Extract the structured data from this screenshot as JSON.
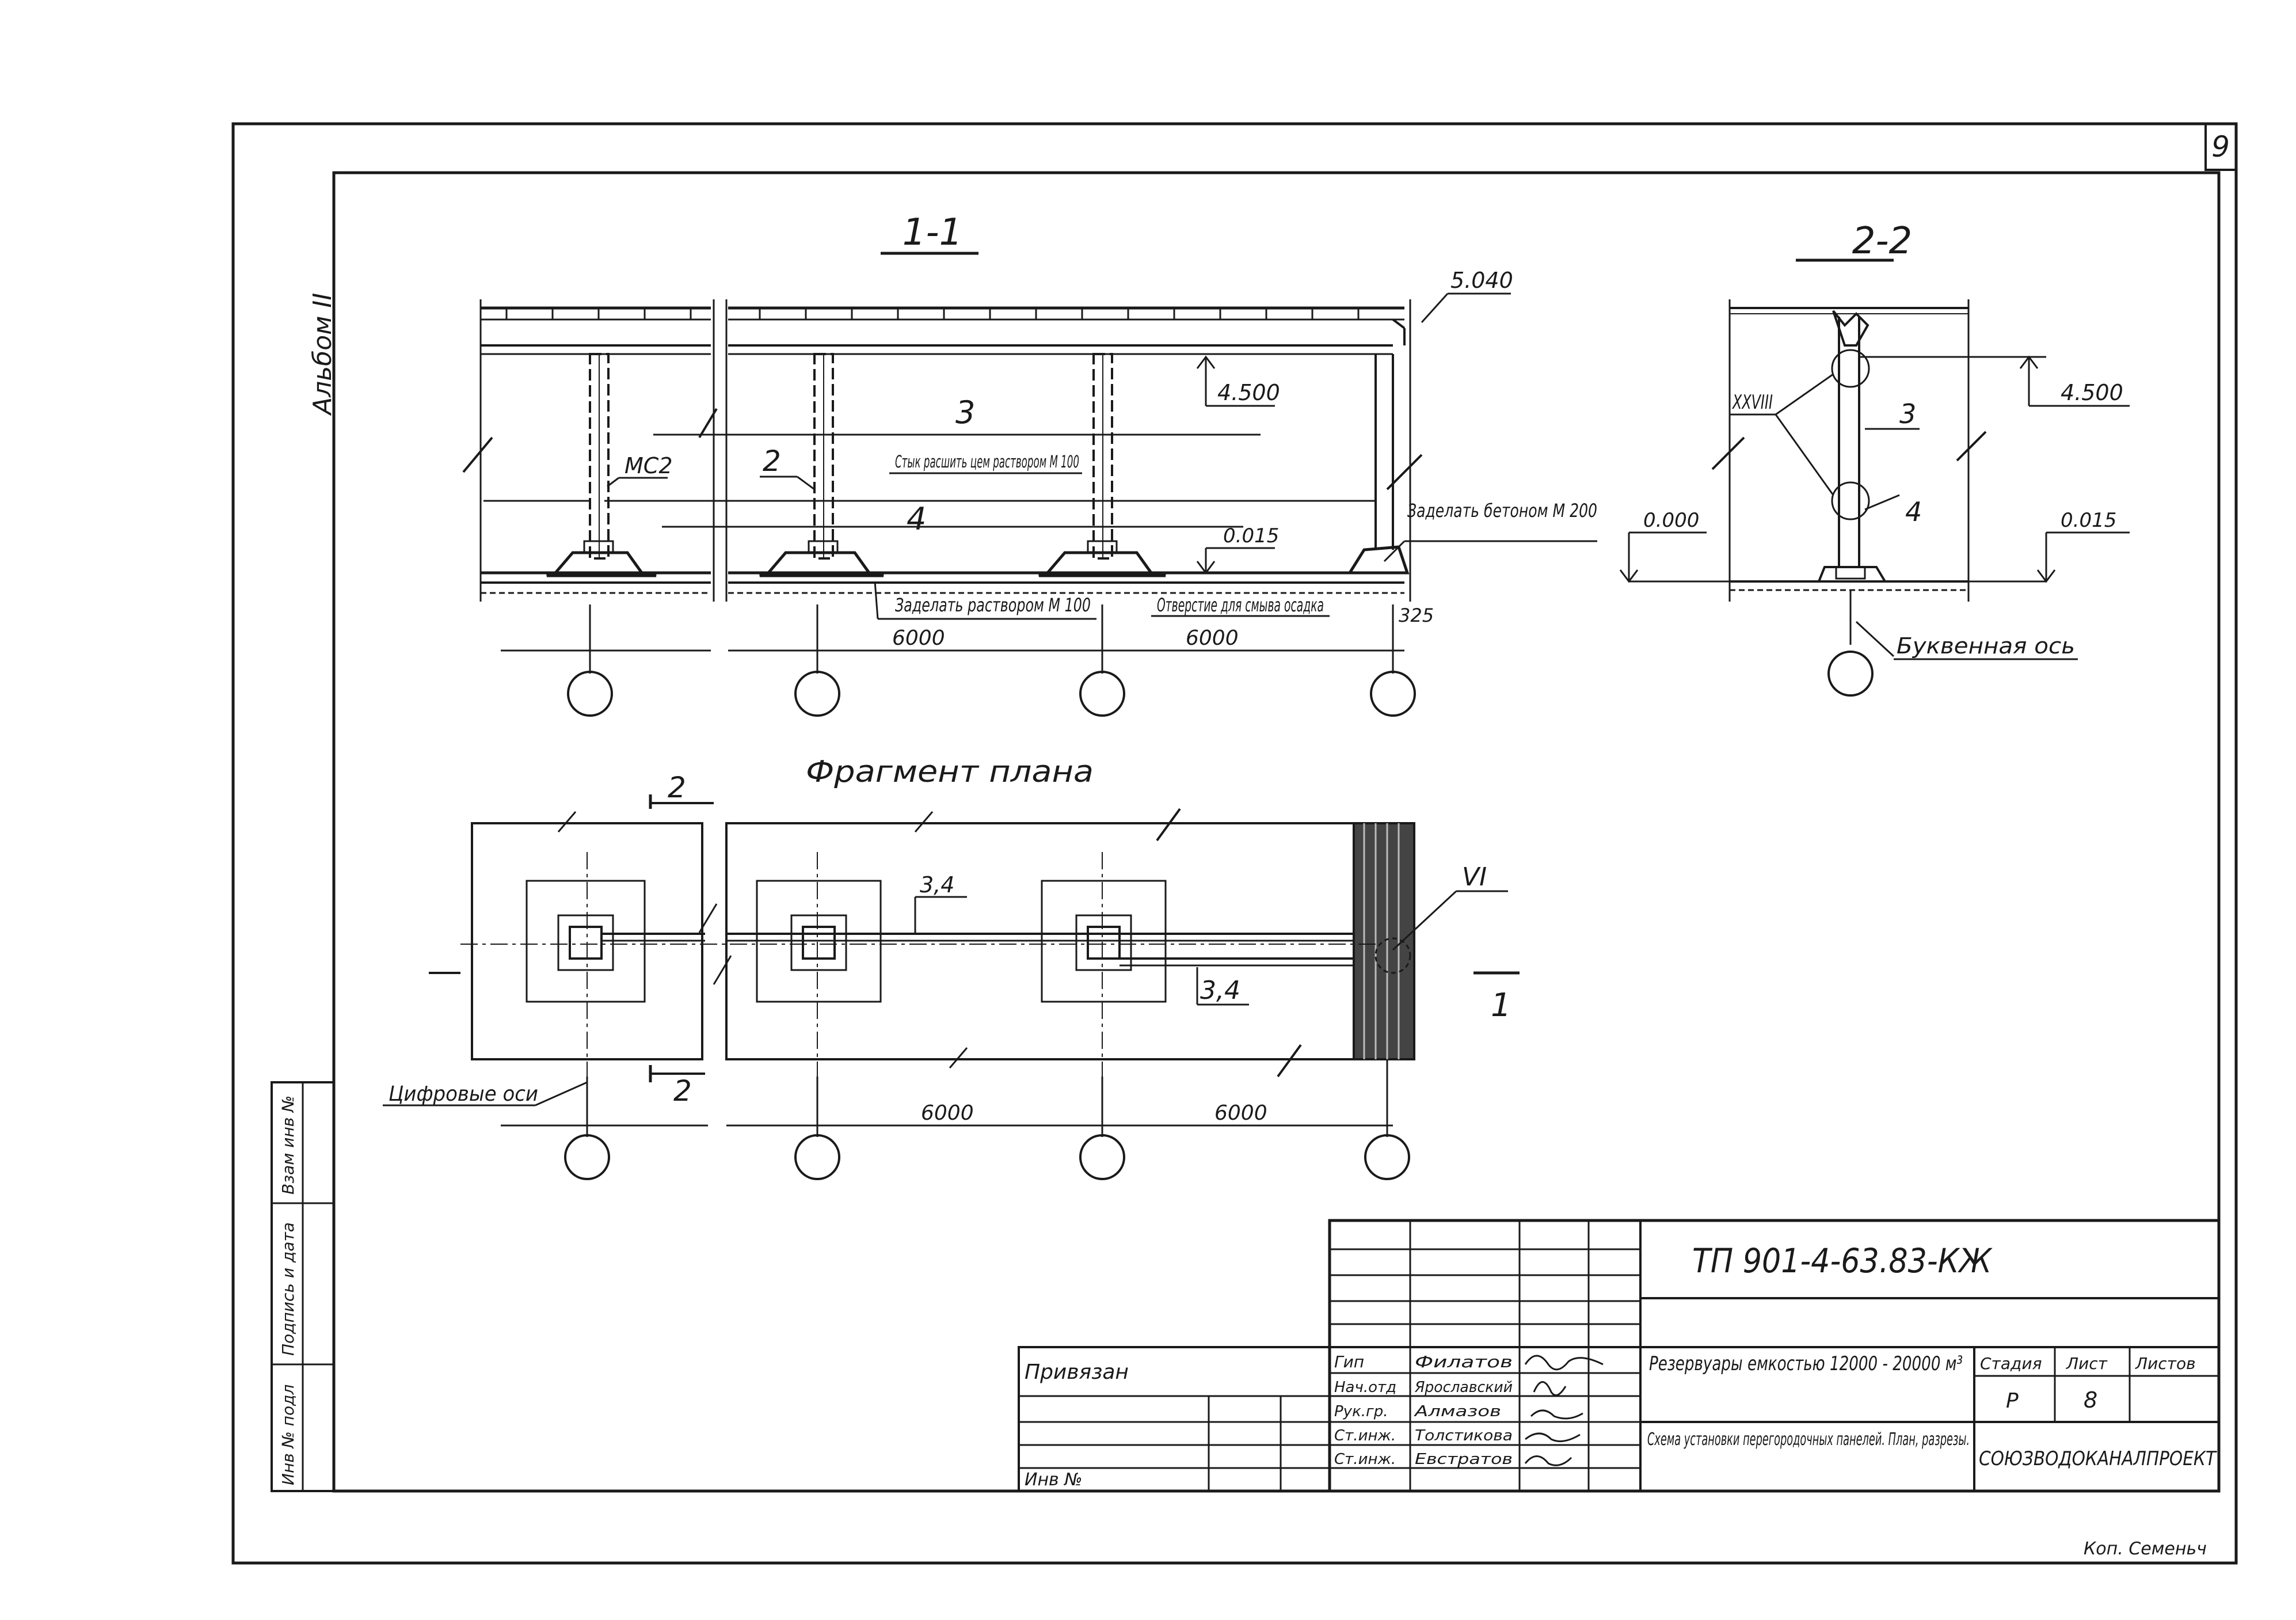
{
  "sheet": {
    "sheet_number": "9",
    "album": "Альбом II",
    "footer_note": "Коп. Семеньч"
  },
  "section_1": {
    "title": "1-1",
    "elevation_top": "5.040",
    "elevation_beam": "4.500",
    "elevation_floor": "0.015",
    "label_3": "3",
    "label_4": "4",
    "label_2": "2",
    "label_ms2": "МС2",
    "note_joint": "Стык расшить цем раствором М 100",
    "note_concrete": "Заделать бетоном М 200",
    "note_mortar": "Заделать раствором М 100",
    "note_hole": "Отверстие для смыва осадка",
    "dim_left": "6000",
    "dim_right": "6000",
    "dim_small": "325"
  },
  "section_2": {
    "title": "2-2",
    "elevation_beam": "4.500",
    "elevation_floor": "0.015",
    "elevation_zero": "0.000",
    "node_ref": "XXVIII",
    "label_3": "3",
    "label_4": "4",
    "axis_note": "Буквенная ось"
  },
  "plan": {
    "title": "Фрагмент плана",
    "cut_2_top": "2",
    "cut_2_bottom": "2",
    "cut_1": "1",
    "label_34_top": "3,4",
    "label_34_bottom": "3,4",
    "node_ref": "VI",
    "axes_note": "Цифровые оси",
    "dim_left": "6000",
    "dim_right": "6000"
  },
  "side_stamp": {
    "cells": [
      "Инв № подл",
      "Подпись и дата",
      "Взам инв №"
    ]
  },
  "title_block": {
    "doc_code": "ТП 901-4-63.83-КЖ",
    "bound_label": "Привязан",
    "inv_label": "Инв №",
    "roles": [
      "Гип",
      "Нач.отд",
      "Рук.гр.",
      "Ст.инж.",
      "Ст.инж."
    ],
    "names": [
      "Филатов",
      "Ярославский",
      "Алмазов",
      "Толстикова",
      "Евстратов"
    ],
    "project_title": "Резервуары емкостью 12000 - 20000 м³",
    "drawing_title": "Схема установки перегородочных панелей. План, разрезы.",
    "stage_header": "Стадия",
    "sheet_header": "Лист",
    "sheets_header": "Листов",
    "stage_value": "Р",
    "sheet_value": "8",
    "organization": "СОЮЗВОДОКАНАЛПРОЕКТ"
  }
}
